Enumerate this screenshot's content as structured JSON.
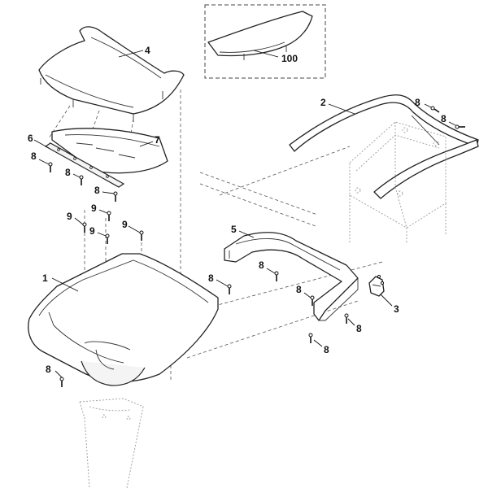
{
  "callouts": {
    "c1": "1",
    "c2": "2",
    "c3": "3",
    "c4": "4",
    "c5": "5",
    "c6": "6",
    "c7": "7",
    "c8": "8",
    "c9": "9",
    "c100": "100"
  }
}
